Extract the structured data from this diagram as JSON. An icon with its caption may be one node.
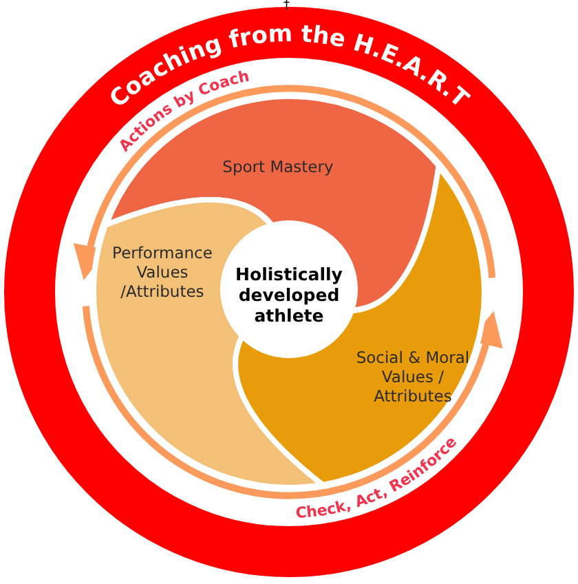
{
  "diagram": {
    "nodes": [
      {
        "text": [
          "Coaching from the H.E.A.R.T"
        ]
      },
      {
        "text": [
          "Sport Mastery"
        ],
        "in": 0
      },
      {
        "text": [
          "Performance Values /Attributes"
        ],
        "in": 0
      },
      {
        "text": [
          "Social & Moral Values / Attributes"
        ],
        "in": 0
      },
      {
        "text": [
          "Holistically developed athlete"
        ],
        "in": 0
      }
    ],
    "edges": [
      {
        "from": 3,
        "to": 2,
        "arrow": "to",
        "label": "Actions by Coach"
      },
      {
        "from": 2,
        "to": 3,
        "arrow": "to",
        "label": "Check, Act, Reinforce"
      }
    ],
    "labels": [
      "†"
    ]
  }
}
